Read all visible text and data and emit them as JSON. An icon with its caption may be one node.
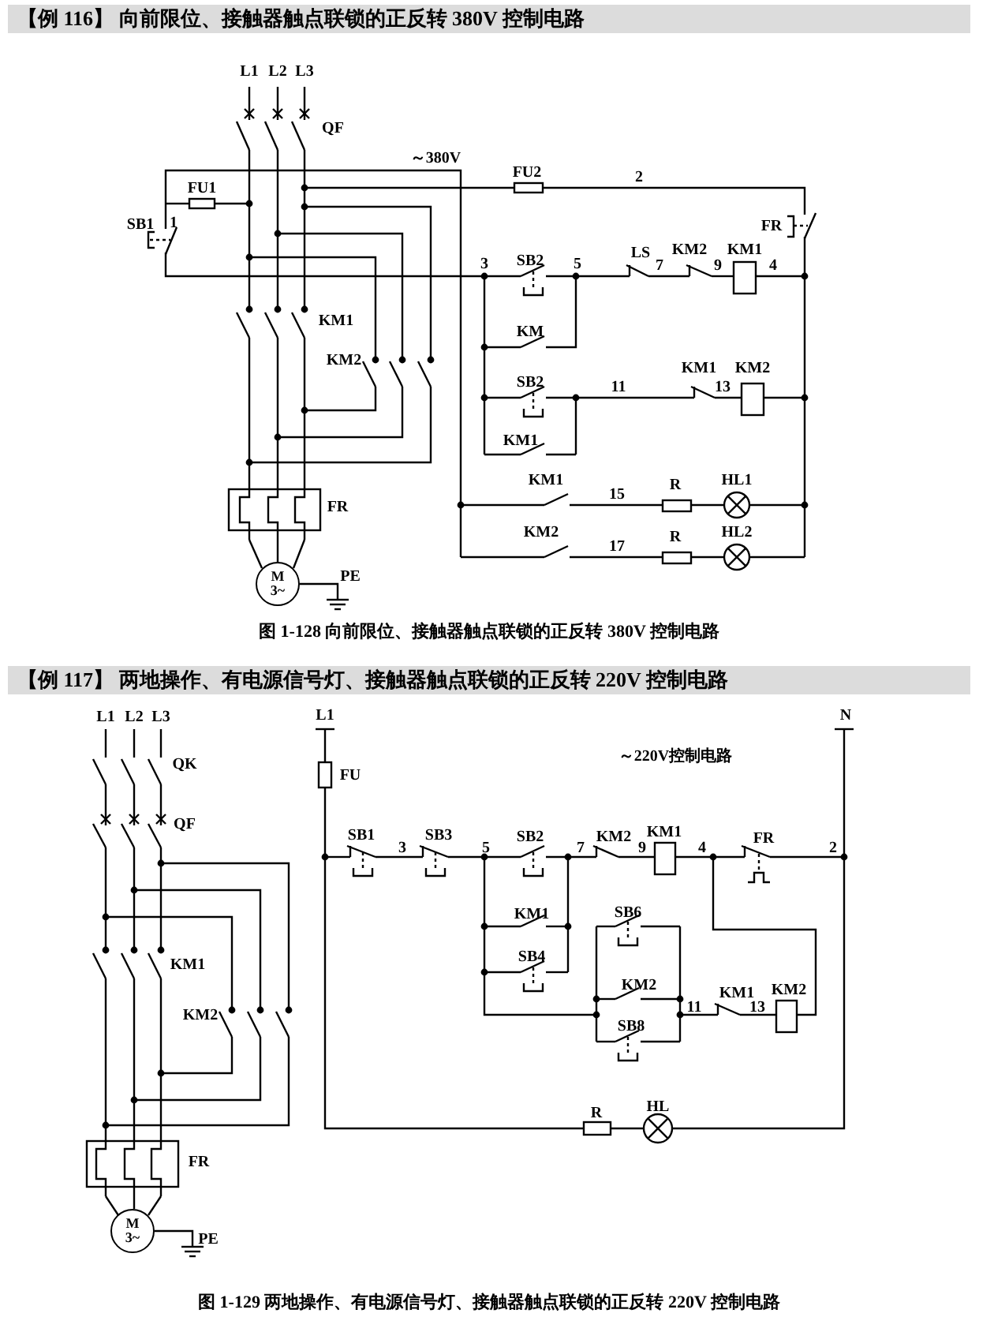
{
  "diagram": {
    "nodes": [
      {
        "text": [
          "【例 116】 向前限位、接触器触点联锁的正反转 380V 控制电路"
        ]
      },
      {
        "text": [
          "M 3~"
        ]
      },
      {
        "text": [
          "【例 117】 两地操作、有电源信号灯、接触器触点联锁的正反转 220V 控制电路"
        ]
      },
      {
        "text": [
          "M 3~"
        ]
      }
    ],
    "labels": [
      "L1",
      "L2",
      "L3",
      "QF",
      "～380V",
      "FU1",
      "FU2",
      "2",
      "SB1",
      "1",
      "FR",
      "3",
      "SB2",
      "5",
      "LS",
      "7",
      "KM2",
      "9",
      "KM1",
      "4",
      "KM1",
      "KM",
      "KM2",
      "KM1",
      "KM2",
      "SB2",
      "11",
      "13",
      "KM1",
      "KM1",
      "HL1",
      "15",
      "R",
      "FR",
      "KM2",
      "HL2",
      "17",
      "R",
      "PE",
      "图 1-128 向前限位、接触器触点联锁的正反转 380V 控制电路",
      "L1",
      "L2",
      "L3",
      "L1",
      "N",
      "～220V控制电路",
      "QK",
      "FU",
      "QF",
      "SB1",
      "SB3",
      "SB2",
      "KM2",
      "KM1",
      "FR",
      "3",
      "5",
      "7",
      "9",
      "4",
      "2",
      "KM1",
      "SB6",
      "KM1",
      "SB4",
      "KM2",
      "KM1",
      "KM2",
      "11",
      "13",
      "KM2",
      "SB8",
      "HL",
      "R",
      "FR",
      "PE",
      "图 1-129 两地操作、有电源信号灯、接触器触点联锁的正反转 220V 控制电路"
    ]
  }
}
